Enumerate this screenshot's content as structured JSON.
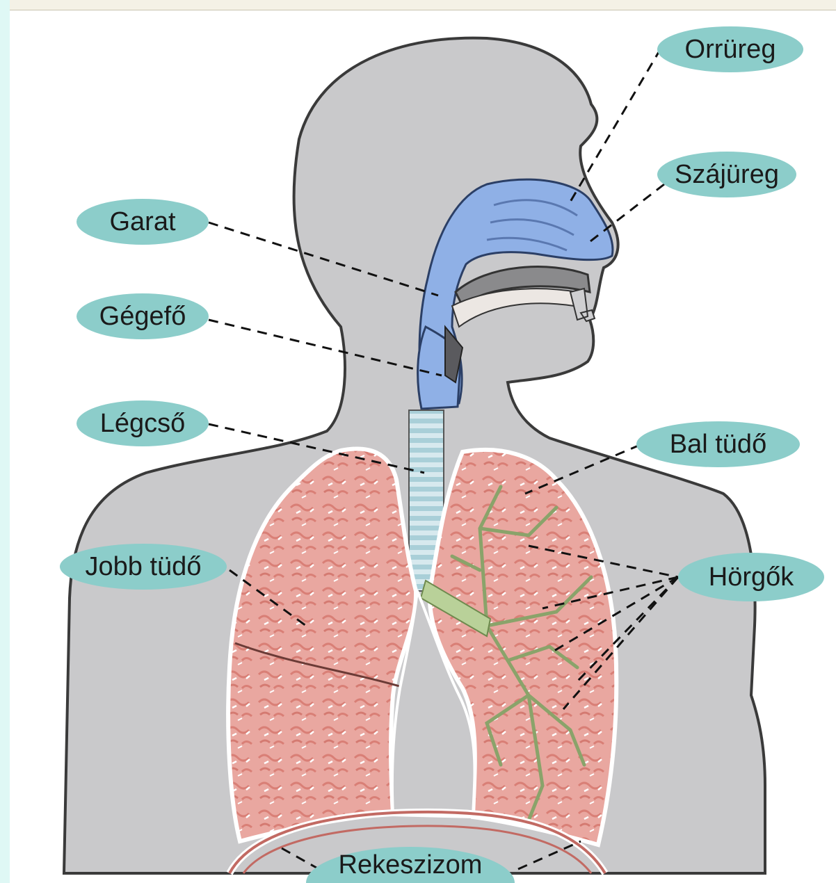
{
  "labels": {
    "orrureg": "Orrüreg",
    "szajureg": "Szájüreg",
    "garat": "Garat",
    "gegefo": "Gégefő",
    "legcso": "Légcső",
    "bal_tudo": "Bal tüdő",
    "jobb_tudo": "Jobb tüdő",
    "horgok": "Hörgők",
    "rekeszizom": "Rekeszizom"
  },
  "colors": {
    "body": "#c9c9cb",
    "airway": "#8fb0e6",
    "lung": "#e9a7a0",
    "bronchi": "#b9d199",
    "label_bg": "#8ccdca",
    "background": "#ffffff"
  }
}
